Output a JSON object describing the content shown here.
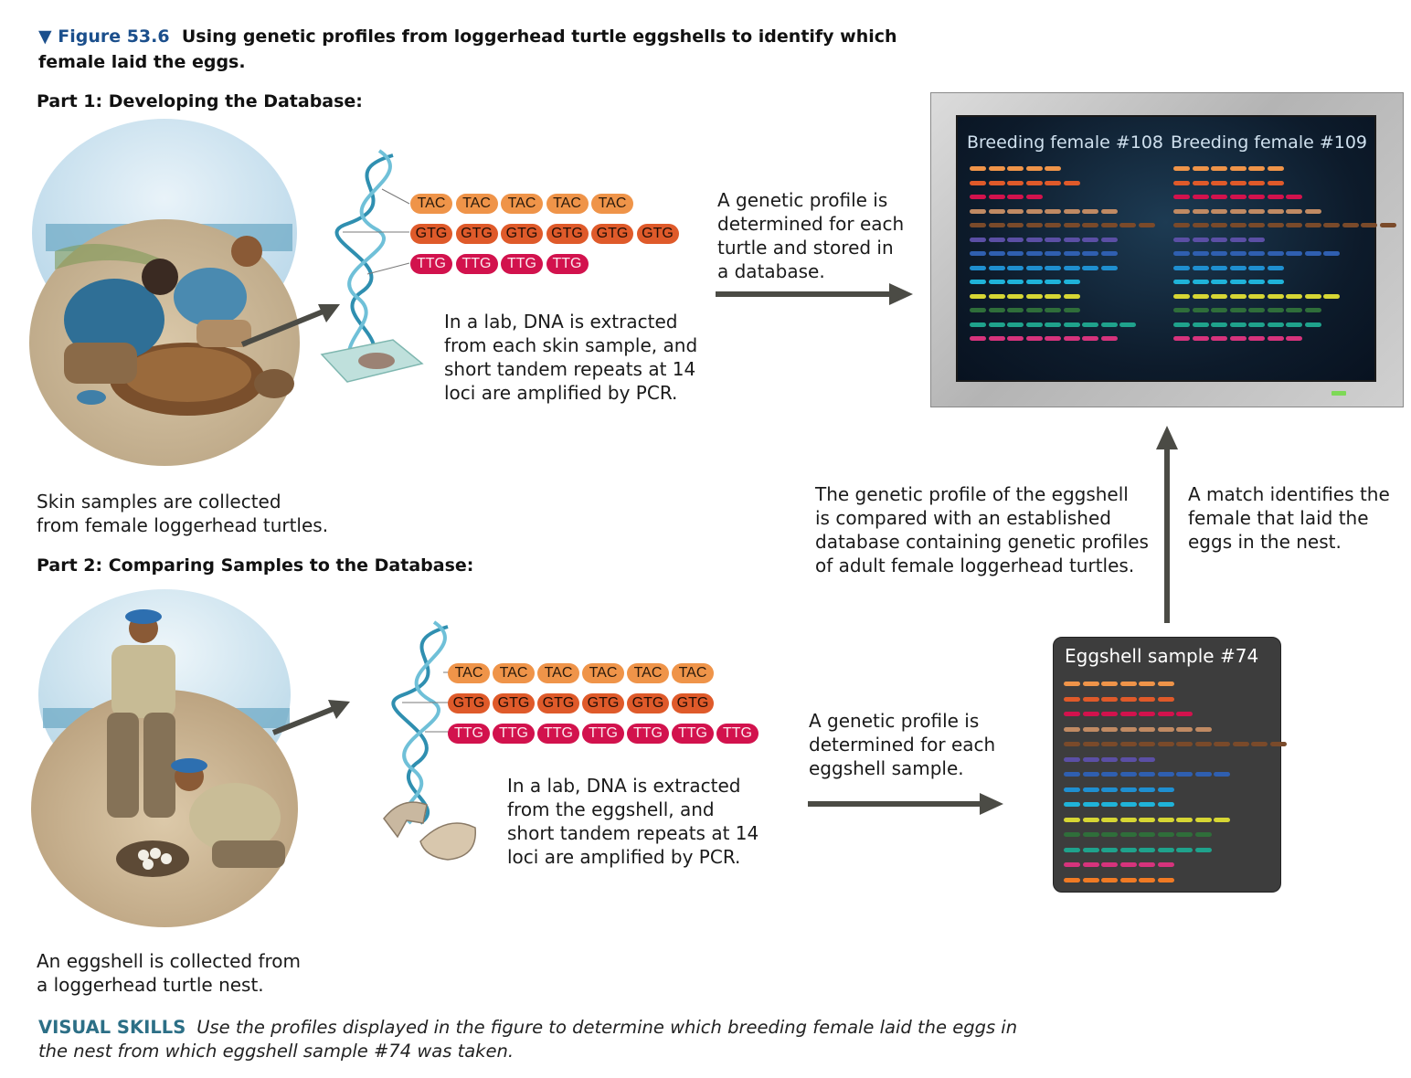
{
  "header": {
    "figure_label": "▼ Figure 53.6",
    "title_text": "Using genetic profiles from loggerhead turtle eggshells to identify which female laid the eggs."
  },
  "part1": {
    "heading": "Part 1: Developing the Database:",
    "scene_caption_lines": [
      "Skin samples are collected",
      "from female loggerhead turtles."
    ],
    "lab_caption_lines": [
      "In a lab, DNA is extracted",
      "from each skin sample, and",
      "short tandem repeats at 14",
      "loci are amplified by PCR."
    ],
    "profile_caption_lines": [
      "A genetic profile is",
      "determined for each",
      "turtle and stored in",
      "a database."
    ],
    "repeats": [
      {
        "label": "TAC",
        "count": 5
      },
      {
        "label": "GTG",
        "count": 6
      },
      {
        "label": "TTG",
        "count": 4
      }
    ]
  },
  "part2": {
    "heading": "Part 2: Comparing Samples to the Database:",
    "scene_caption_lines": [
      "An eggshell is collected from",
      "a loggerhead turtle nest."
    ],
    "lab_caption_lines": [
      "In a lab, DNA is extracted",
      "from the eggshell, and",
      "short tandem repeats at 14",
      "loci are amplified by PCR."
    ],
    "profile_caption_lines": [
      "A genetic profile is",
      "determined for each",
      "eggshell sample."
    ],
    "compare_caption_lines": [
      "The genetic profile of the eggshell",
      "is compared with an established",
      "database containing genetic profiles",
      "of adult female loggerhead turtles."
    ],
    "match_caption_lines": [
      "A match identifies the",
      "female that laid the",
      "eggs in the nest."
    ],
    "repeats": [
      {
        "label": "TAC",
        "count": 6
      },
      {
        "label": "GTG",
        "count": 6
      },
      {
        "label": "TTG",
        "count": 7
      }
    ]
  },
  "database": {
    "female_a_label": "Breeding female #108",
    "female_b_label": "Breeding female #109",
    "female_a_counts": [
      5,
      6,
      4,
      8,
      10,
      8,
      8,
      8,
      6,
      6,
      6,
      9,
      8
    ],
    "female_b_counts": [
      6,
      6,
      7,
      8,
      12,
      5,
      9,
      6,
      6,
      9,
      8,
      8,
      7
    ]
  },
  "eggshell": {
    "label": "Eggshell sample #74",
    "counts": [
      6,
      6,
      7,
      8,
      12,
      5,
      9,
      6,
      6,
      9,
      8,
      8,
      6,
      6
    ]
  },
  "locus_colors": [
    "#ef9449",
    "#df5a2a",
    "#d2124d",
    "#c08a63",
    "#7a4a2a",
    "#5b4fa5",
    "#2f5fb0",
    "#1f8fd0",
    "#1fb3d9",
    "#d6d634",
    "#2f6e3a",
    "#1fa28c",
    "#d6337c",
    "#f07a24"
  ],
  "footer": {
    "label": "VISUAL SKILLS",
    "text": "Use the profiles displayed in the figure to determine which breeding female laid the eggs in the nest from which eggshell sample #74 was taken."
  }
}
